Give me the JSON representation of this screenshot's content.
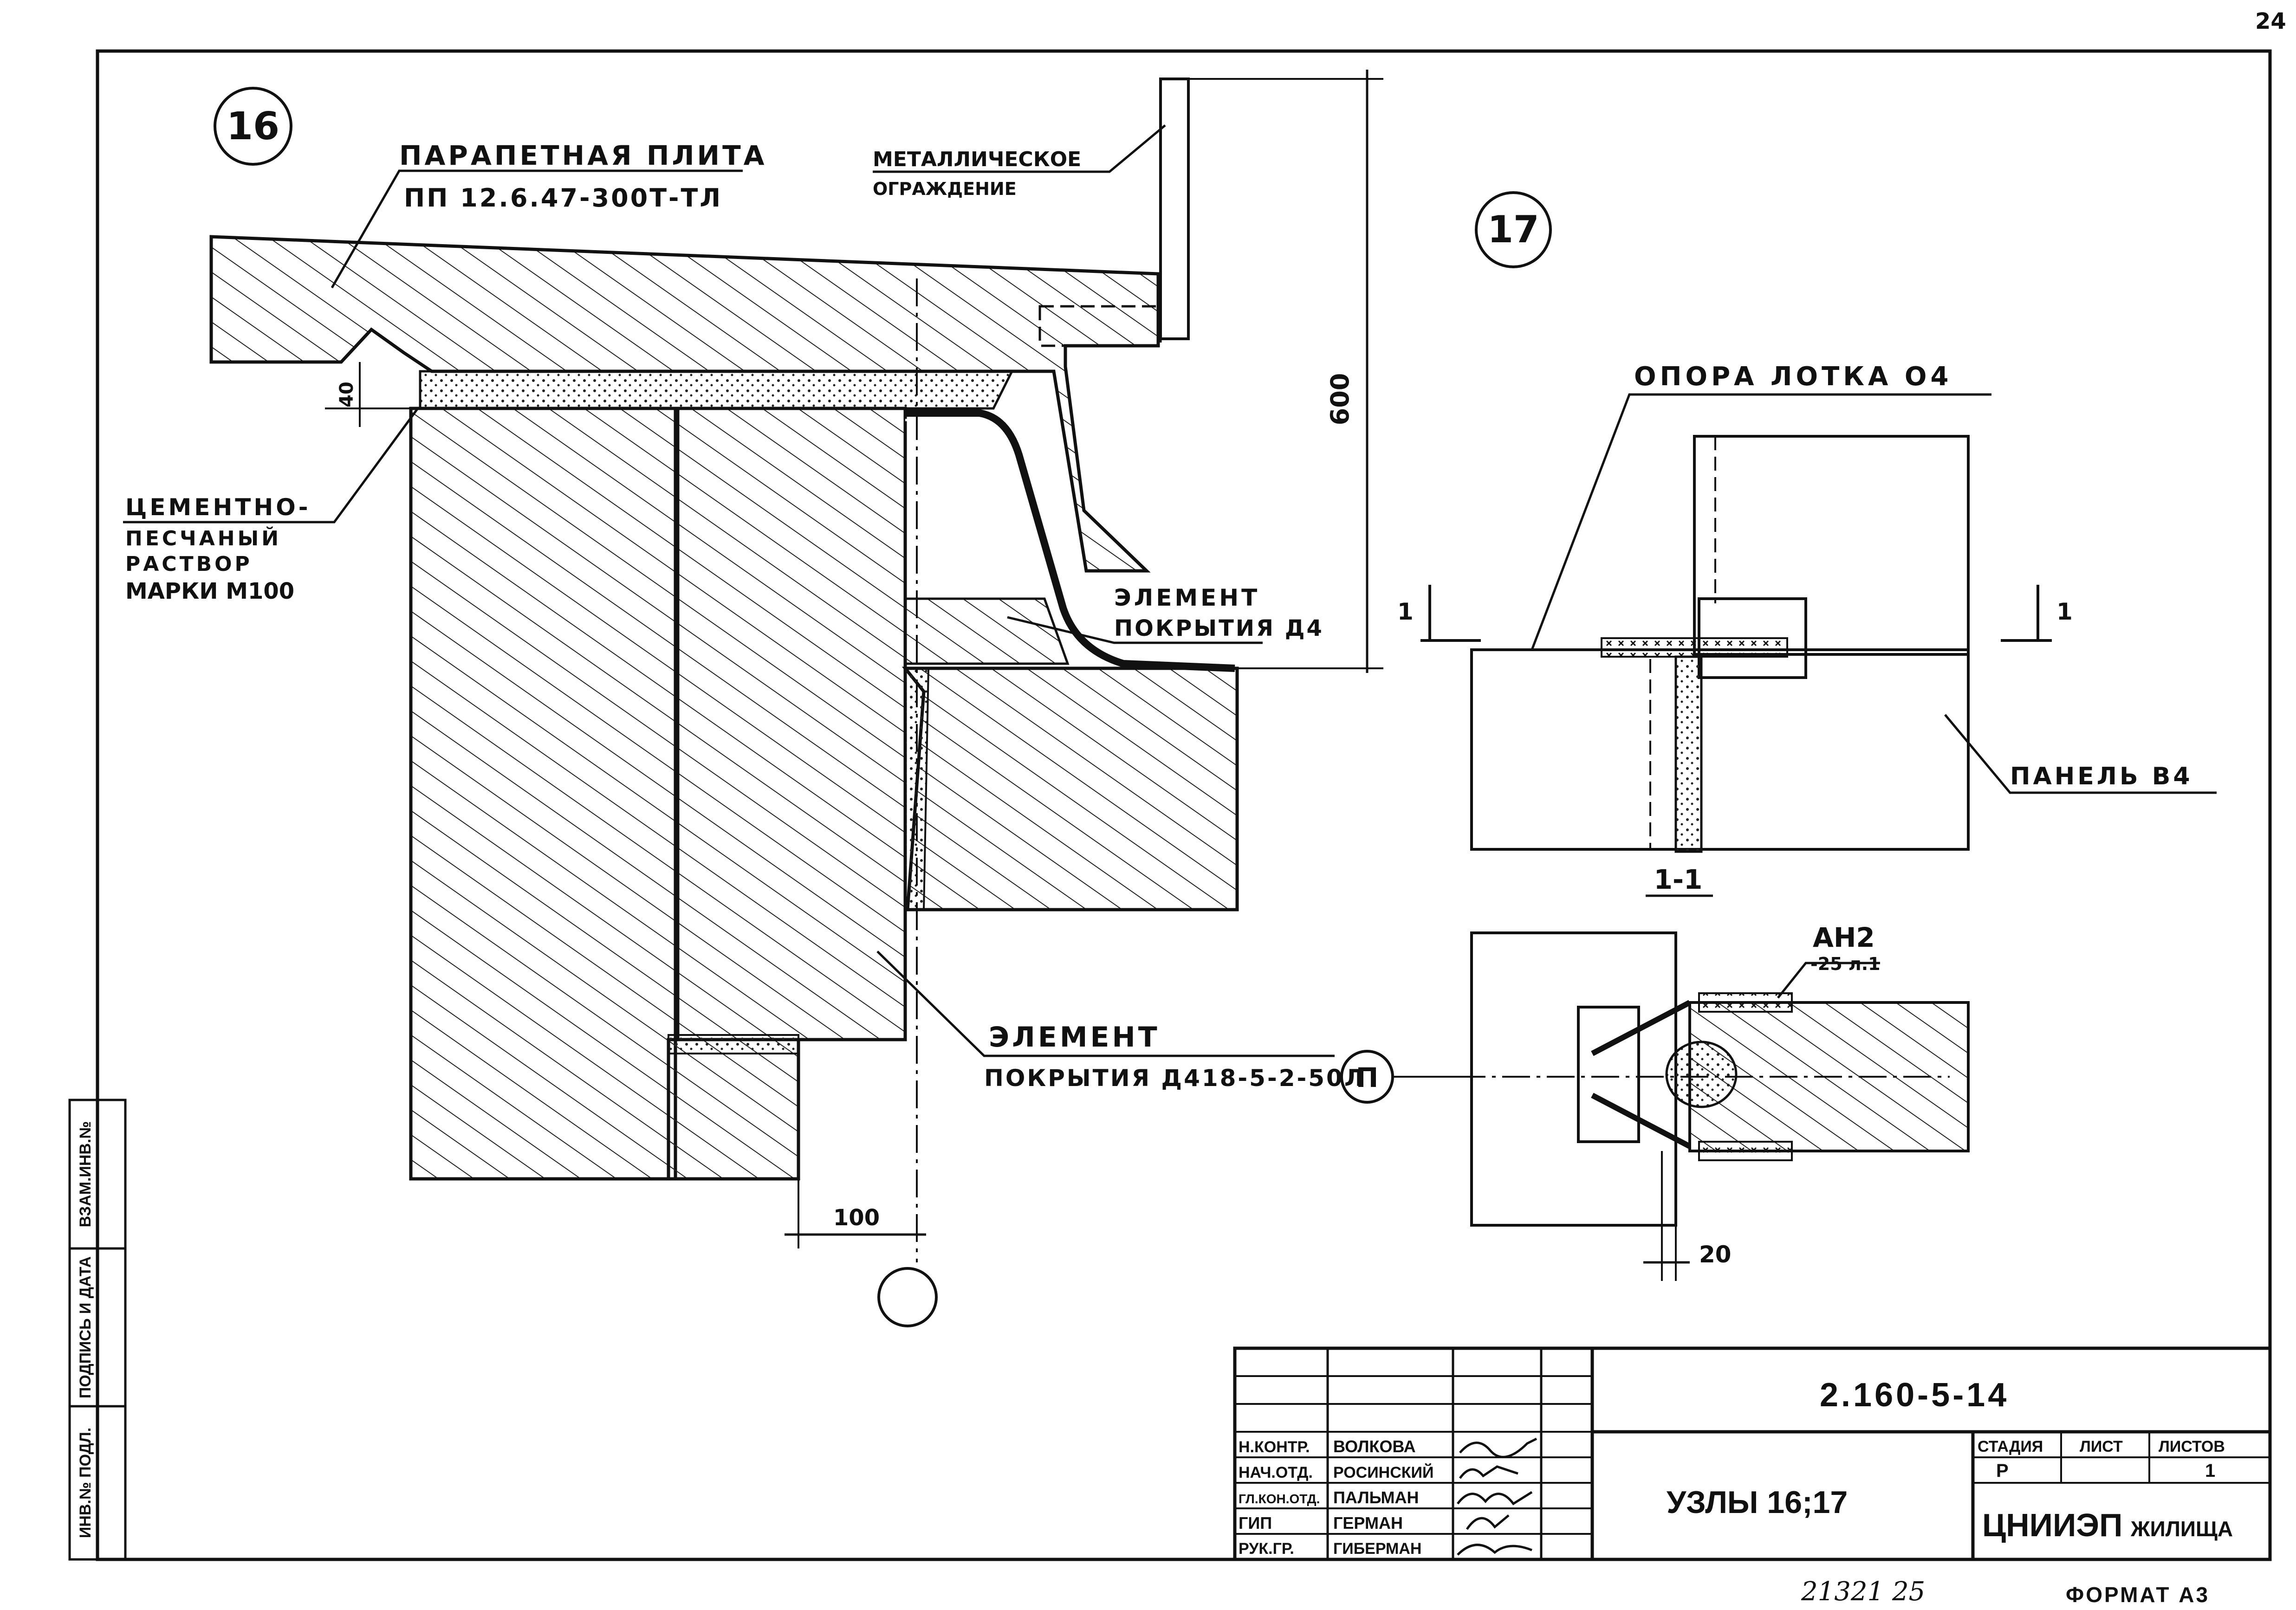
{
  "page_number": "24",
  "node16": {
    "number": "16",
    "parapet_title": "ПАРАПЕТНАЯ ПЛИТА",
    "parapet_mark": "ПП 12.6.47-300Т-ТЛ",
    "railing_line1": "МЕТАЛЛИЧЕСКОЕ",
    "railing_line2": "ОГРАЖДЕНИЕ",
    "dim_600": "600",
    "dim_40": "40",
    "mortar_line1": "ЦЕМЕНТНО-",
    "mortar_line2": "ПЕСЧАНЫЙ",
    "mortar_line3": "РАСТВОР",
    "mortar_line4": "МАРКИ М100",
    "element_d4_line1": "ЭЛЕМЕНТ",
    "element_d4_line2": "ПОКРЫТИЯ Д4",
    "element_long_line1": "ЭЛЕМЕНТ",
    "element_long_line2": "ПОКРЫТИЯ Д418-5-2-50Л",
    "axis_mark": "П",
    "dim_100": "100"
  },
  "node17": {
    "number": "17",
    "support_label": "ОПОРА ЛОТКА О4",
    "panel_label": "ПАНЕЛЬ В4",
    "section_mark_left": "1",
    "section_mark_right": "1",
    "section_title": "1-1",
    "anchor_label": "АН2",
    "anchor_sub": "-25 л.1",
    "dim_20": "20"
  },
  "side_stamp": {
    "col1": "ИНВ.№ ПОДЛ.",
    "col2": "ПОДПИСЬ И ДАТА",
    "col3": "ВЗАМ.ИНВ.№"
  },
  "title_block": {
    "doc_code": "2.160-5-14",
    "title": "УЗЛЫ 16;17",
    "stage_header": "СТАДИЯ",
    "sheet_header": "ЛИСТ",
    "sheets_header": "ЛИСТОВ",
    "stage": "Р",
    "sheet": "",
    "sheets": "1",
    "org": "ЦНИИЭП",
    "org_suffix": "ЖИЛИЩА",
    "roles": [
      {
        "role": "Н.КОНТР.",
        "name": "ВОЛКОВА"
      },
      {
        "role": "НАЧ.ОТД.",
        "name": "РОСИНСКИЙ"
      },
      {
        "role": "ГЛ.КОН.ОТД.",
        "name": "ПАЛЬМАН"
      },
      {
        "role": "ГИП",
        "name": "ГЕРМАН"
      },
      {
        "role": "РУК.ГР.",
        "name": "ГИБЕРМАН"
      }
    ]
  },
  "footer": {
    "inventory": "21321 25",
    "format": "ФОРМАТ А3"
  }
}
